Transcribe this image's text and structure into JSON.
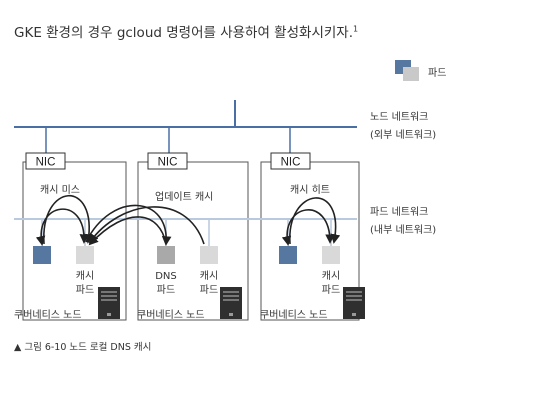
{
  "intro": {
    "text": "GKE 환경의 경우 gcloud 명령어를 사용하여 활성화시키자.",
    "footnote": "1"
  },
  "legend": {
    "label": "파드"
  },
  "networks": {
    "node_line1": "노드 네트워크",
    "node_line2": "(외부 네트워크)",
    "pod_line1": "파드 네트워크",
    "pod_line2": "(내부 네트워크)"
  },
  "nodes": [
    {
      "nic": "NIC",
      "title": "캐시 미스",
      "pod_label_1": "캐시",
      "pod_label_2": "파드",
      "node_label": "쿠버네티스 노드"
    },
    {
      "nic": "NIC",
      "title": "업데이트 캐시",
      "dns_label_1": "DNS",
      "dns_label_2": "파드",
      "pod_label_1": "캐시",
      "pod_label_2": "파드",
      "node_label": "쿠버네티스 노드"
    },
    {
      "nic": "NIC",
      "title": "캐시 히트",
      "pod_label_1": "캐시",
      "pod_label_2": "파드",
      "node_label": "쿠버네티스 노드"
    }
  ],
  "caption": "▲ 그림 6-10 노드 로컬 DNS 캐시",
  "colors": {
    "network_blue": "#4a6fa5",
    "pod_blue": "#5577a0",
    "pod_gray": "#cfcfcf",
    "box_border": "#555555",
    "server": "#333333"
  }
}
